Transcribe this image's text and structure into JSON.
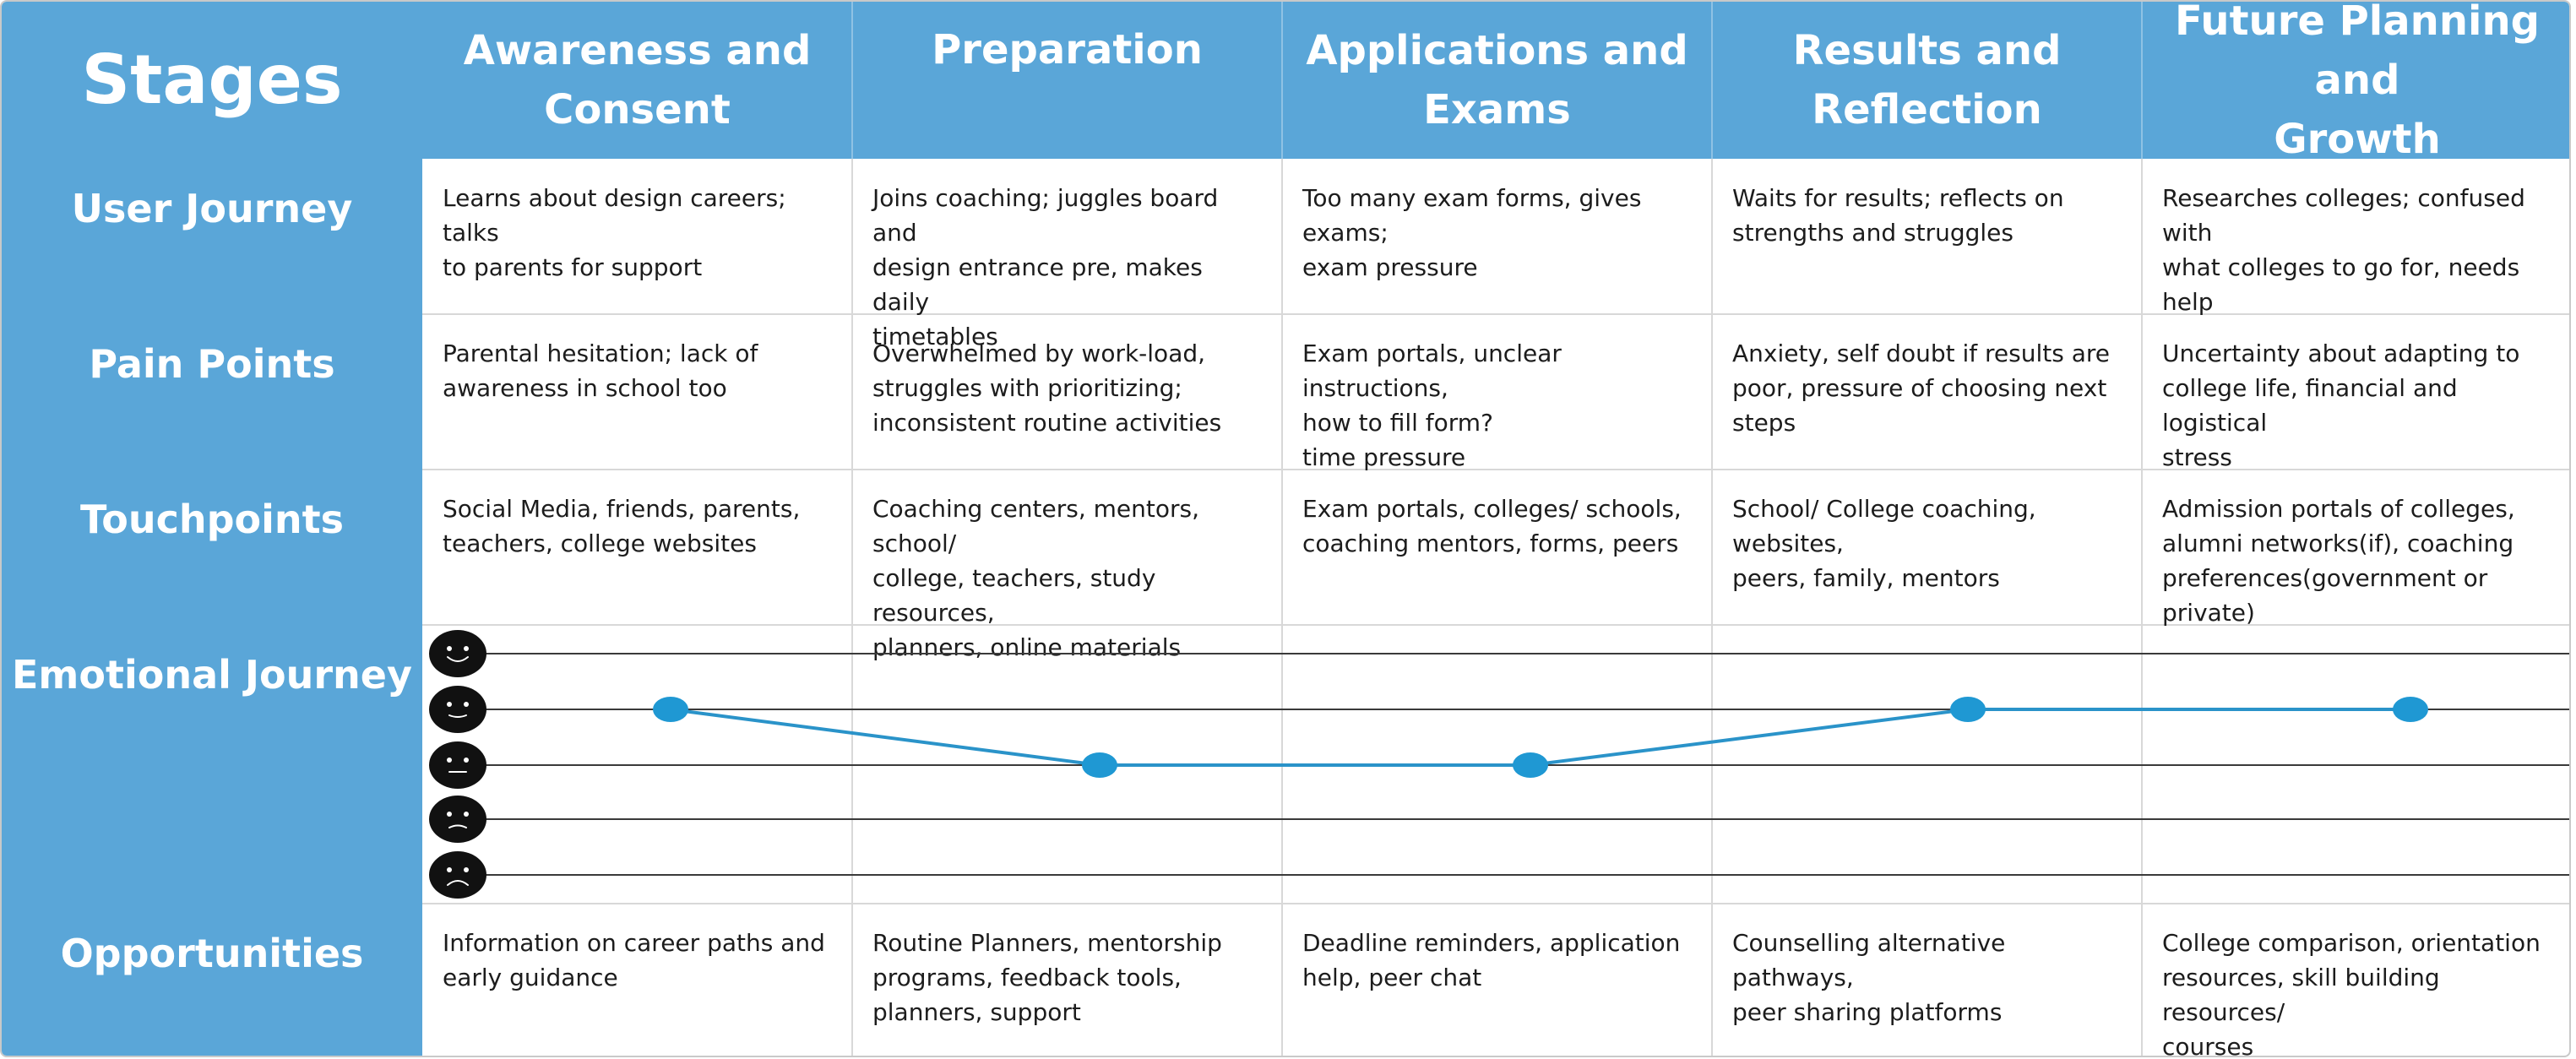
{
  "header": {
    "corner": "Stages",
    "stages": [
      "Awareness and\nConsent",
      "Preparation",
      "Applications and\nExams",
      "Results and\nReflection",
      "Future Planning and\nGrowth"
    ]
  },
  "rows": {
    "user_journey": {
      "label": "User Journey",
      "cells": [
        "Learns about design careers; talks\nto parents for support",
        "Joins coaching; juggles board and\ndesign entrance pre, makes daily\ntimetables",
        "Too many exam forms, gives exams;\nexam pressure",
        "Waits for results; reflects on\nstrengths and struggles",
        "Researches colleges; confused with\nwhat colleges to go for, needs help"
      ]
    },
    "pain_points": {
      "label": "Pain Points",
      "cells": [
        "Parental hesitation; lack of\nawareness in school too",
        "Overwhelmed by work-load,\nstruggles with prioritizing;\ninconsistent routine activities",
        "Exam portals, unclear instructions,\nhow to fill form?\ntime pressure",
        "Anxiety, self doubt if results are\npoor, pressure of choosing next\nsteps",
        "Uncertainty about adapting to\ncollege life, financial and logistical\nstress"
      ]
    },
    "touchpoints": {
      "label": "Touchpoints",
      "cells": [
        "Social Media, friends, parents,\nteachers, college websites",
        "Coaching centers, mentors, school/\ncollege, teachers, study resources,\nplanners, online materials",
        "Exam portals, colleges/ schools,\ncoaching mentors, forms, peers",
        "School/ College coaching, websites,\npeers, family, mentors",
        "Admission portals of colleges,\nalumni networks(if), coaching\npreferences(government or private)"
      ]
    },
    "emotional_journey": {
      "label": "Emotional Journey"
    },
    "opportunities": {
      "label": "Opportunities",
      "cells": [
        "Information on career paths and\nearly guidance",
        "Routine Planners, mentorship\nprograms, feedback tools,\nplanners, support",
        "Deadline reminders, application\nhelp, peer chat",
        "Counselling alternative pathways,\npeer sharing platforms",
        "College comparison, orientation\nresources, skill building resources/\ncourses"
      ]
    }
  },
  "emotion_scale": {
    "levels": [
      "very-happy",
      "slightly-happy",
      "neutral",
      "slightly-sad",
      "sad"
    ],
    "icons": [
      "smile-face-icon",
      "slight-smile-face-icon",
      "neutral-face-icon",
      "slight-frown-face-icon",
      "frown-face-icon"
    ]
  },
  "emotion_curve": {
    "stages": [
      "Awareness and Consent",
      "Preparation",
      "Applications and Exams",
      "Results and Reflection",
      "Future Planning and Growth"
    ],
    "levels": [
      "slightly-happy",
      "neutral",
      "neutral",
      "slightly-happy",
      "slightly-happy"
    ]
  },
  "colors": {
    "header_bg": "#5aa6d8",
    "header_text": "#ffffff",
    "line": "#2a93c9",
    "point": "#1f98d3",
    "face": "#111111"
  }
}
